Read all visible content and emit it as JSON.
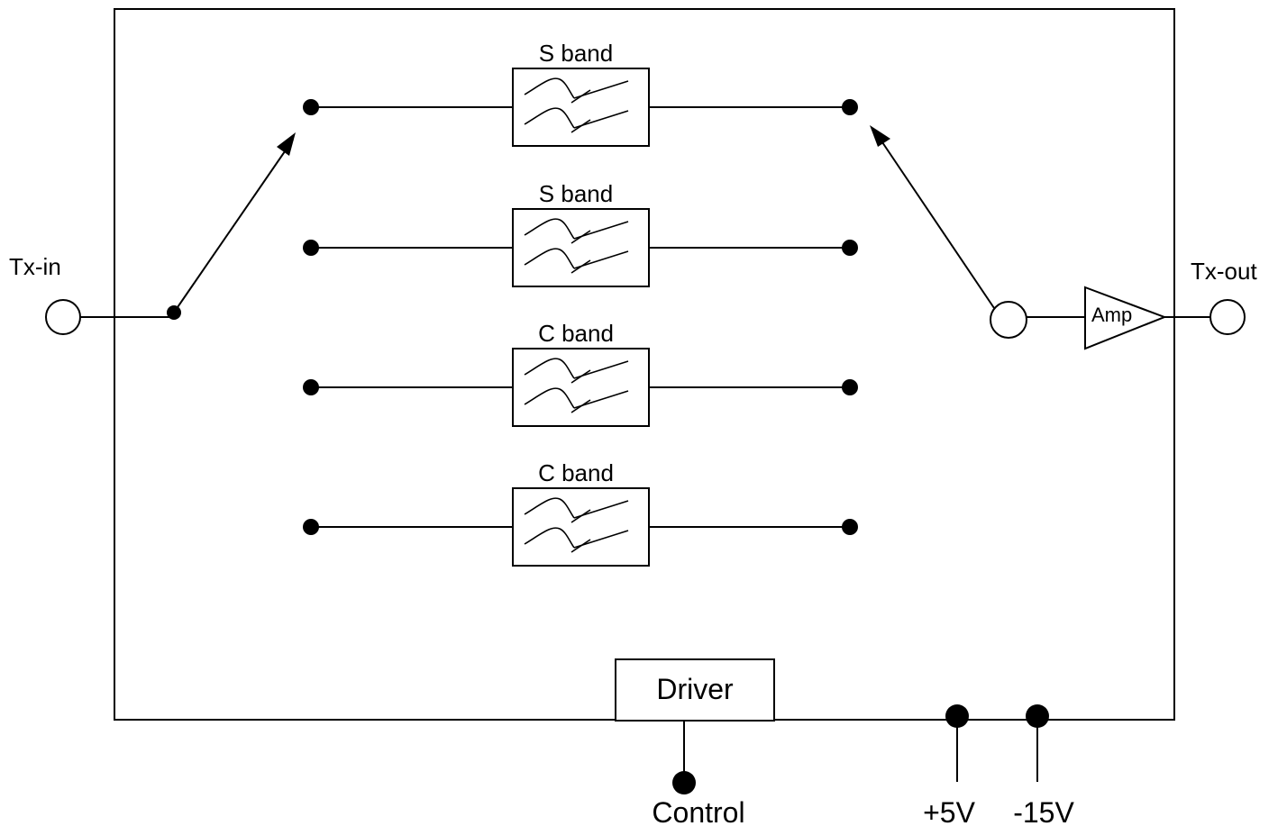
{
  "ports": {
    "tx_in": "Tx-in",
    "tx_out": "Tx-out"
  },
  "filters": [
    {
      "label": "S band"
    },
    {
      "label": "S band"
    },
    {
      "label": "C band"
    },
    {
      "label": "C band"
    }
  ],
  "amplifier": {
    "label": "Amp"
  },
  "driver": {
    "label": "Driver"
  },
  "terminals": {
    "control": "Control",
    "plus5v": "+5V",
    "minus15v": "-15V"
  }
}
